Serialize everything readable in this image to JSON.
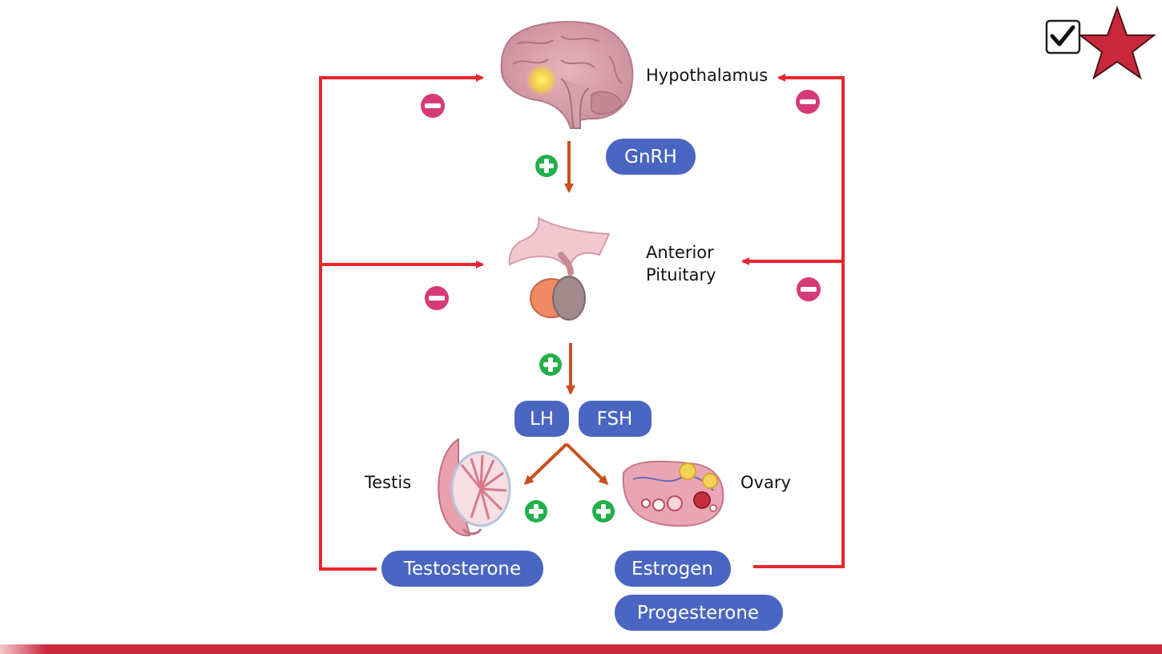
{
  "organs": {
    "hypothalamus": "Hypothalamus",
    "anterior_pituitary_line1": "Anterior",
    "anterior_pituitary_line2": "Pituitary",
    "testis": "Testis",
    "ovary": "Ovary"
  },
  "hormones": {
    "gnrh": "GnRH",
    "lh": "LH",
    "fsh": "FSH",
    "testosterone": "Testosterone",
    "estrogen": "Estrogen",
    "progesterone": "Progesterone"
  },
  "colors": {
    "feedback_line": "#e8252e",
    "stimulation_arrow": "#c9501c",
    "hormone_pill": "#4a66c2",
    "inhibition_sign": "#d63a77",
    "stimulation_sign": "#22b04b",
    "brand_star": "#c9283c",
    "footer_bar": "#c9283c"
  }
}
